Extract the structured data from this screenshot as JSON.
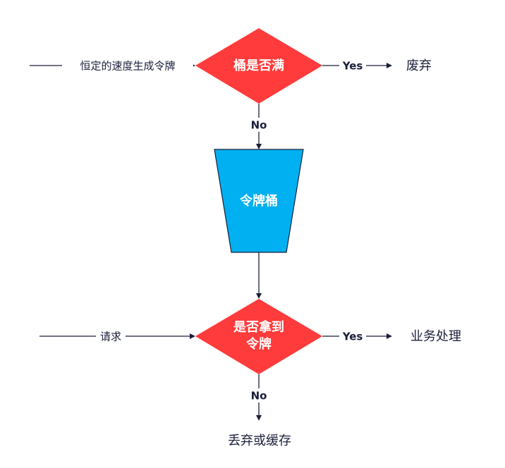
{
  "nodes": {
    "bucket_full_check": "桶是否满",
    "token_bucket": "令牌桶",
    "got_token_check_line1": "是否拿到",
    "got_token_check_line2": "令牌",
    "discard": "废弃",
    "business_process": "业务处理",
    "drop_or_cache": "丢弃或缓存"
  },
  "edges": {
    "constant_rate_tokens": "恒定的速度生成令牌",
    "full_yes": "Yes",
    "full_no": "No",
    "request": "请求",
    "got_yes": "Yes",
    "got_no": "No"
  },
  "colors": {
    "decision": "#ff3b3b",
    "bucket": "#00b0f0",
    "line": "#1b1f3b"
  }
}
